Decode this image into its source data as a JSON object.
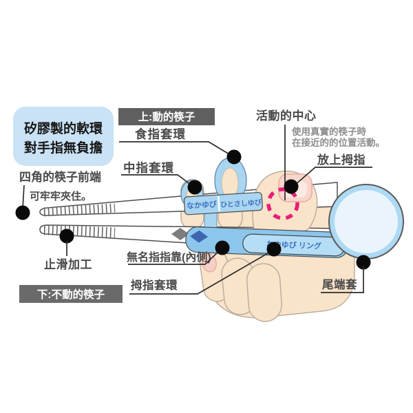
{
  "callout": {
    "line1": "矽膠製的軟環",
    "line2": "對手指無負擔"
  },
  "banners": {
    "top": "上:動的筷子",
    "bottom": "下:不動的筷子"
  },
  "labels": {
    "index_ring": "食指套環",
    "middle_ring": "中指套環",
    "motion_center": "活動的中心",
    "motion_note1": "使用真實的筷子時",
    "motion_note2": "在接近的的位置活動。",
    "place_thumb": "放上拇指",
    "tip_title": "四角的筷子前端",
    "tip_sub": "可牢牢夾住。",
    "anti_slip": "止滑加工",
    "ring_finger_rest": "無名指指靠(內側)",
    "thumb_ring": "拇指套環",
    "tail_cap": "尾端套"
  },
  "prints": {
    "middle": "なかゆび",
    "index": "ひとさしゆび",
    "thumb": "おやゆび リング"
  },
  "colors": {
    "ring_blue": "#a9d5f1",
    "band_blue": "#8cc6ec",
    "pill_blue": "#b5def6",
    "cap_ring_blue": "#aed9f3",
    "cap_fill": "#e9f4fc",
    "callout_bg": "#c9e2f5",
    "banner_bg": "#5f5f5f",
    "label_text": "#4a4a4a",
    "note_text": "#8d8d8d",
    "jp_text": "#3b6fc0",
    "pivot_pink": "#e91e78",
    "hand_fill": "#f9e3c9",
    "hand_stroke": "#bcae9e",
    "diamond_gray": "#7d7d7d",
    "diamond_blue": "#3c66b0"
  }
}
